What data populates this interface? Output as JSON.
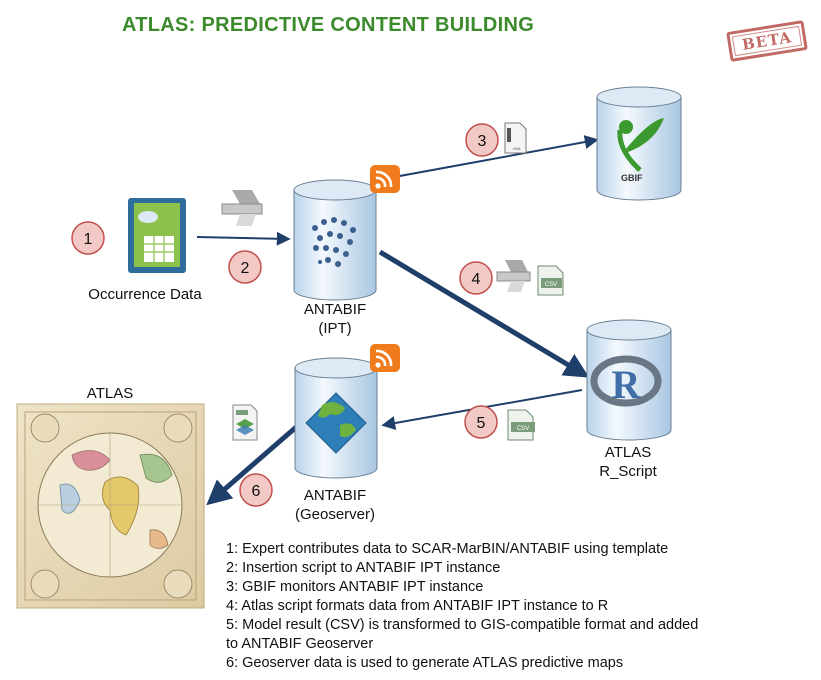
{
  "title": "ATLAS: PREDICTIVE CONTENT BUILDING",
  "stamp": "BETA",
  "nodes": {
    "occurrence": "Occurrence Data",
    "ipt_line1": "ANTABIF",
    "ipt_line2": "(IPT)",
    "gbif": "GBIF",
    "rscript_line1": "ATLAS",
    "rscript_line2": "R_Script",
    "geoserver_line1": "ANTABIF",
    "geoserver_line2": "(Geoserver)",
    "atlas": "ATLAS",
    "r_letter": "R"
  },
  "steps": [
    "1",
    "2",
    "3",
    "4",
    "5",
    "6"
  ],
  "file_labels": {
    "csv": "CSV",
    "xml": "XML"
  },
  "notes": [
    "1: Expert contributes data to SCAR-MarBIN/ANTABIF using template",
    "2: Insertion script to ANTABIF IPT instance",
    "3: GBIF monitors ANTABIF IPT instance",
    "4: Atlas script formats data from ANTABIF IPT instance to R",
    "5: Model result (CSV) is transformed to GIS-compatible format and added",
    "to ANTABIF Geoserver",
    "6: Geoserver data is used to generate ATLAS predictive maps"
  ],
  "colors": {
    "title": "#3b8a2c",
    "arrow": "#1f3f6b",
    "step_fill": "#f2c9c4",
    "step_stroke": "#c0504d",
    "rss": "#f07b1d",
    "stamp": "#b7504a"
  }
}
